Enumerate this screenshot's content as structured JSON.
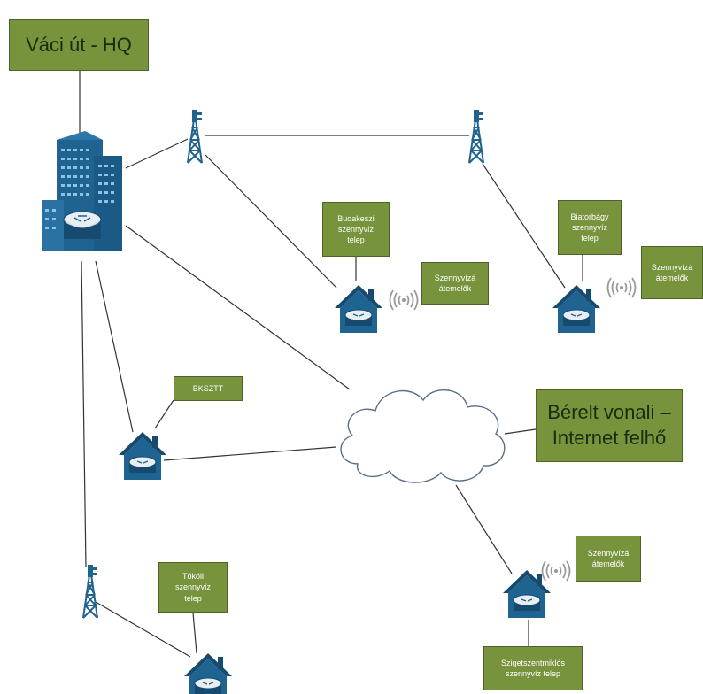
{
  "colors": {
    "label_fill": "#77933c",
    "label_border": "#4f6228",
    "icon_fill": "#1f6391",
    "icon_dark": "#174a6f",
    "line": "#333333",
    "cloud_stroke": "#5a6e86"
  },
  "labels": {
    "hq": "Váci út - HQ",
    "cloud": "Bérelt vonali –\nInternet felhő",
    "budakeszi": "Budakeszi\nszennyvíz\ntelep",
    "budakeszi_pumps": "Szennyvízá\nátemelők",
    "biatorbagy": "Biatorbágy\nszennyvíz\ntelep",
    "biatorbagy_pumps": "Szennyvízá\nátemelők",
    "bksztt": "BKSZTT",
    "tokoli": "Tököli\nszennyvíz\ntelep",
    "szigetszentmiklos": "Szigetszentmiklós\nszennyvíz telep",
    "szigetszentmiklos_pumps": "Szennyvízá\nátemelők"
  },
  "icons": {
    "hq_building": "office-building-router-icon",
    "tower": "radio-tower-icon",
    "house": "house-router-icon",
    "wireless": "wireless-signal-icon",
    "cloud": "cloud-icon"
  }
}
